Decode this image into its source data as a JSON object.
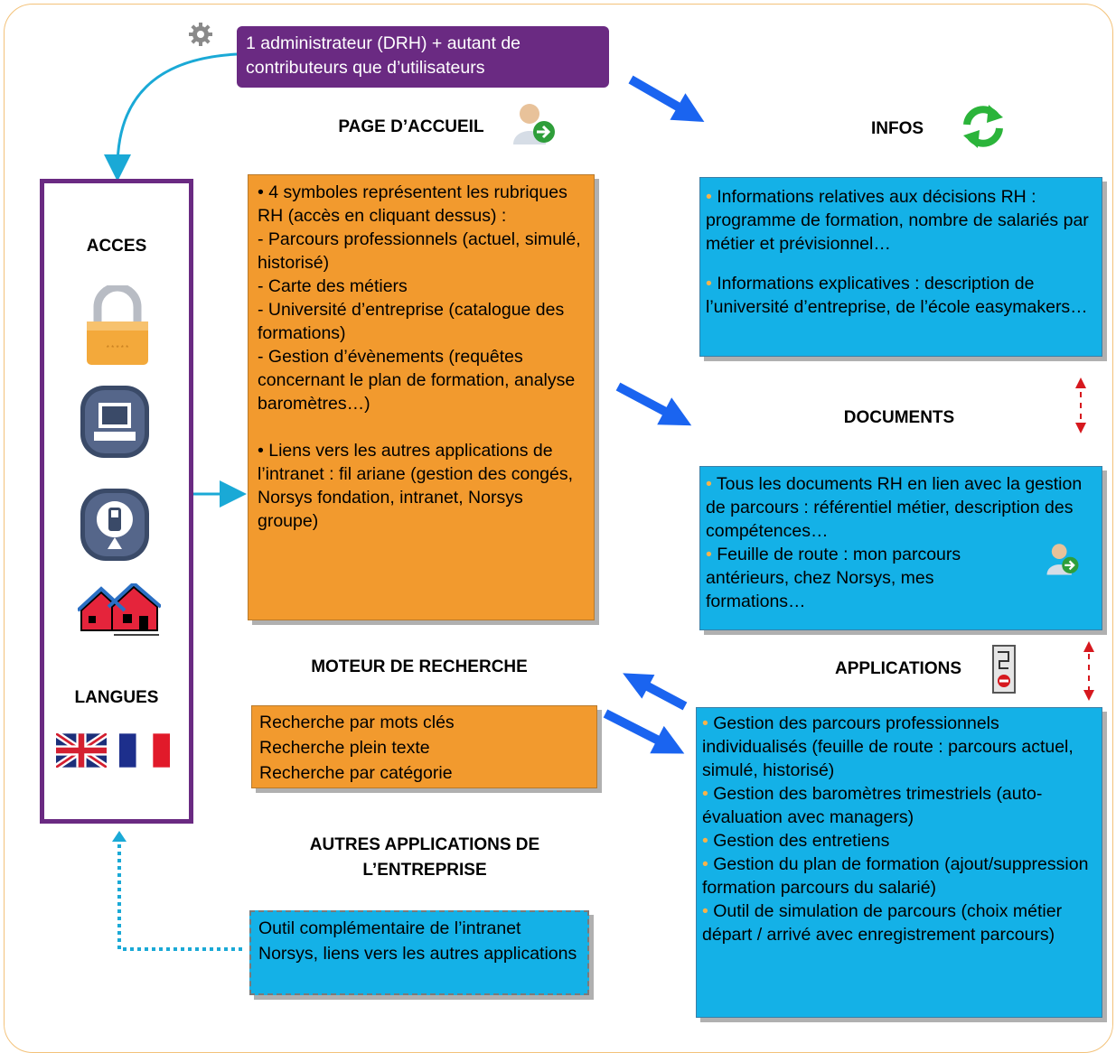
{
  "admin_note": "1 administrateur (DRH) + autant de contributeurs que d’utilisateurs",
  "left_panel": {
    "acces_label": "ACCES",
    "langues_label": "LANGUES",
    "icons": [
      "lock-icon",
      "computer-icon",
      "mobile-phone-icon",
      "houses-icon"
    ],
    "flags": [
      "uk-flag-icon",
      "france-flag-icon"
    ]
  },
  "home": {
    "title": "PAGE D’ACCUEIL",
    "bullet_1": "•  4 symboles représentent les rubriques RH (accès en cliquant dessus) :",
    "items": [
      "- Parcours professionnels (actuel, simulé, historisé)",
      "- Carte des métiers",
      "- Université d’entreprise (catalogue des formations)",
      "- Gestion d’évènements (requêtes concernant le plan de formation, analyse baromètres…)"
    ],
    "bullet_2": "• Liens vers les autres applications de l’intranet : fil ariane (gestion des congés, Norsys fondation, intranet, Norsys groupe)"
  },
  "search": {
    "title": "MOTEUR DE RECHERCHE",
    "lines": [
      "Recherche par mots clés",
      "Recherche plein texte",
      "Recherche par catégorie"
    ]
  },
  "other_apps": {
    "title_line1": "AUTRES APPLICATIONS DE",
    "title_line2": "L’ENTREPRISE",
    "text": "Outil complémentaire de l’intranet Norsys, liens vers les autres applications"
  },
  "infos": {
    "title": "INFOS",
    "items": [
      "Informations relatives aux décisions RH : programme de formation, nombre de salariés par métier et prévisionnel…",
      "Informations explicatives : description de l’université d’entreprise, de l’école easymakers…"
    ]
  },
  "documents": {
    "title": "DOCUMENTS",
    "items": [
      "Tous les documents RH en lien avec la gestion de parcours : référentiel métier, description des compétences…",
      "Feuille de route : mon parcours antérieurs, chez Norsys, mes formations…"
    ]
  },
  "applications": {
    "title": "APPLICATIONS",
    "items": [
      "Gestion des parcours professionnels individualisés (feuille de route : parcours actuel, simulé, historisé)",
      "Gestion des baromètres trimestriels (auto-évaluation avec managers)",
      "Gestion des entretiens",
      "Gestion du plan de formation (ajout/suppression formation parcours du salarié)",
      "Outil de simulation de parcours (choix métier départ / arrivé avec enregistrement parcours)"
    ]
  },
  "colors": {
    "orange": "#f29a2e",
    "blue": "#14b1e7",
    "purple": "#6a2a82",
    "bullet": "#f7b34a",
    "arrow": "#1a64f0"
  }
}
